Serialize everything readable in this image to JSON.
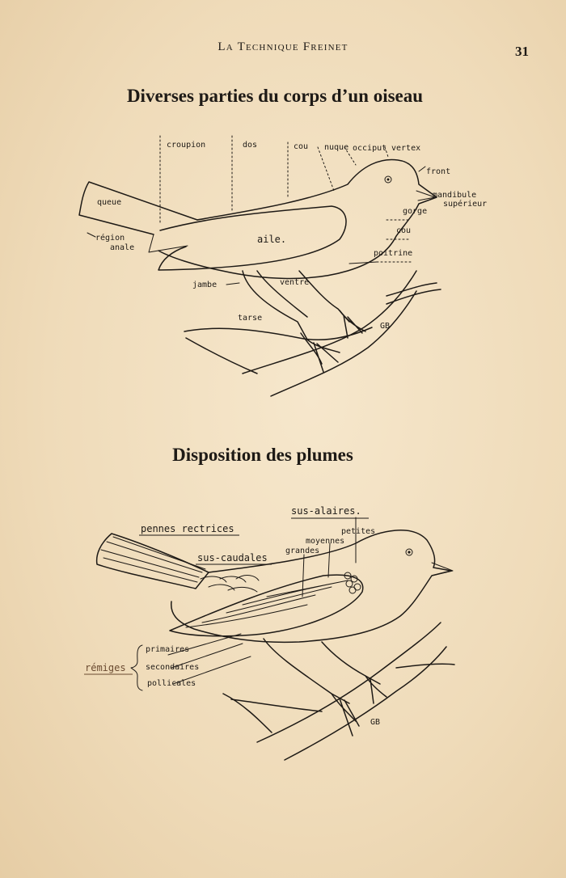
{
  "header": {
    "running_head": "La Technique Freinet",
    "page_number": "31"
  },
  "section1": {
    "title": "Diverses parties du corps d’un oiseau",
    "labels": {
      "croupion": "croupion",
      "dos": "dos",
      "cou_top": "cou",
      "nuque": "nuque",
      "occiput": "occiput",
      "vertex": "vertex",
      "front": "front",
      "mandibule": "mandibule",
      "superieur": "supérieur",
      "gorge": "gorge",
      "cou_side": "cou",
      "poitrine": "poitrine",
      "queue": "queue",
      "region": "région",
      "anale": "anale",
      "aile": "aile.",
      "jambe": "jambe",
      "ventre": "ventre",
      "tarse": "tarse",
      "signature": "GB"
    }
  },
  "section2": {
    "title": "Disposition des plumes",
    "labels": {
      "sus_alaires": "sus-alaires.",
      "pennes_rectrices": "pennes rectrices",
      "petites": "petites",
      "moyennes": "moyennes",
      "grandes": "grandes",
      "sus_caudales": "sus-caudales",
      "remiges": "rémiges",
      "primaires": "primaires",
      "secondaires": "secondaires",
      "pollicales": "pollicales",
      "signature": "GB"
    }
  }
}
